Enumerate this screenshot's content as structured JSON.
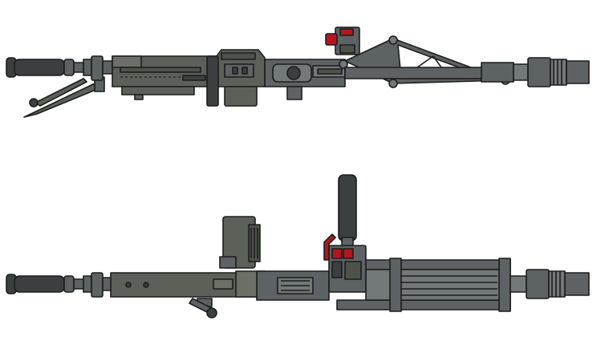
{
  "canvas": {
    "background": "#ffffff"
  },
  "palette": {
    "body_olive": "#5b6158",
    "body_olive_light": "#6a7066",
    "metal_gray": "#5d6264",
    "metal_gray_light": "#737879",
    "grip_dark": "#3c3f3f",
    "outline": "#1c1d1d",
    "accent_red": "#b3161d",
    "accent_red_dark": "#7d1015"
  },
  "figures": [
    {
      "view": "side-view-top",
      "icon": "weapon-side-view"
    },
    {
      "view": "side-view-bottom",
      "icon": "weapon-side-view-with-handle"
    }
  ]
}
